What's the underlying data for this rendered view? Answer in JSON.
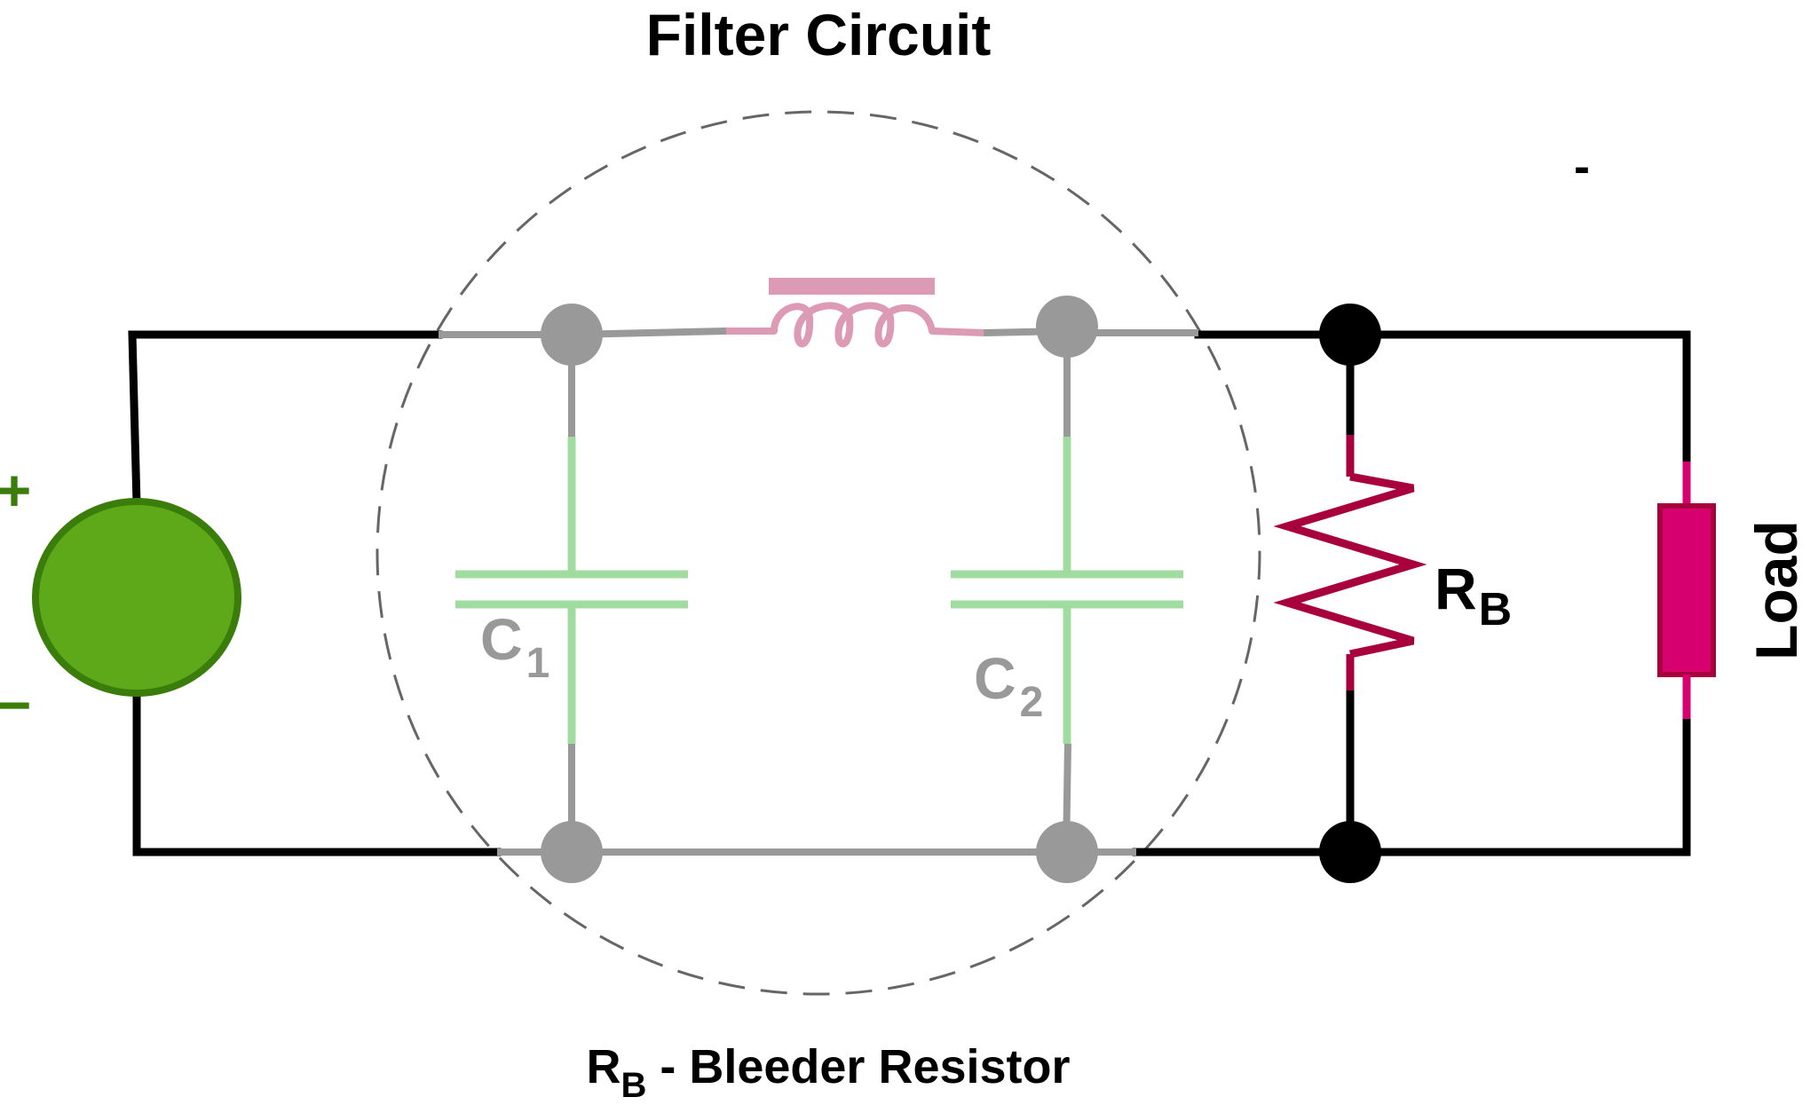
{
  "title": "Filter Circuit",
  "caption": {
    "main": "R",
    "sub": "B",
    "rest": " - Bleeder Resistor"
  },
  "source": {
    "plus": "+",
    "minus": "−"
  },
  "stray_mark": "-",
  "capacitors": [
    {
      "main": "C",
      "sub": "1"
    },
    {
      "main": "C",
      "sub": "2"
    }
  ],
  "bleeder_resistor": {
    "main": "R",
    "sub": "B"
  },
  "load_label": "Load",
  "colors": {
    "wire": "#000000",
    "filter_wire": "#999999",
    "node_filter": "#999999",
    "node_main": "#000000",
    "source_fill": "#5ea91a",
    "source_stroke": "#3a7d0a",
    "source_sign": "#3a7d0a",
    "capacitor": "#a0dca0",
    "capacitor_label": "#999999",
    "inductor": "#dc9ab4",
    "resistor": "#a8003c",
    "load_fill": "#d6006e",
    "load_stroke": "#a8003c",
    "dashed_circle": "#666666"
  }
}
